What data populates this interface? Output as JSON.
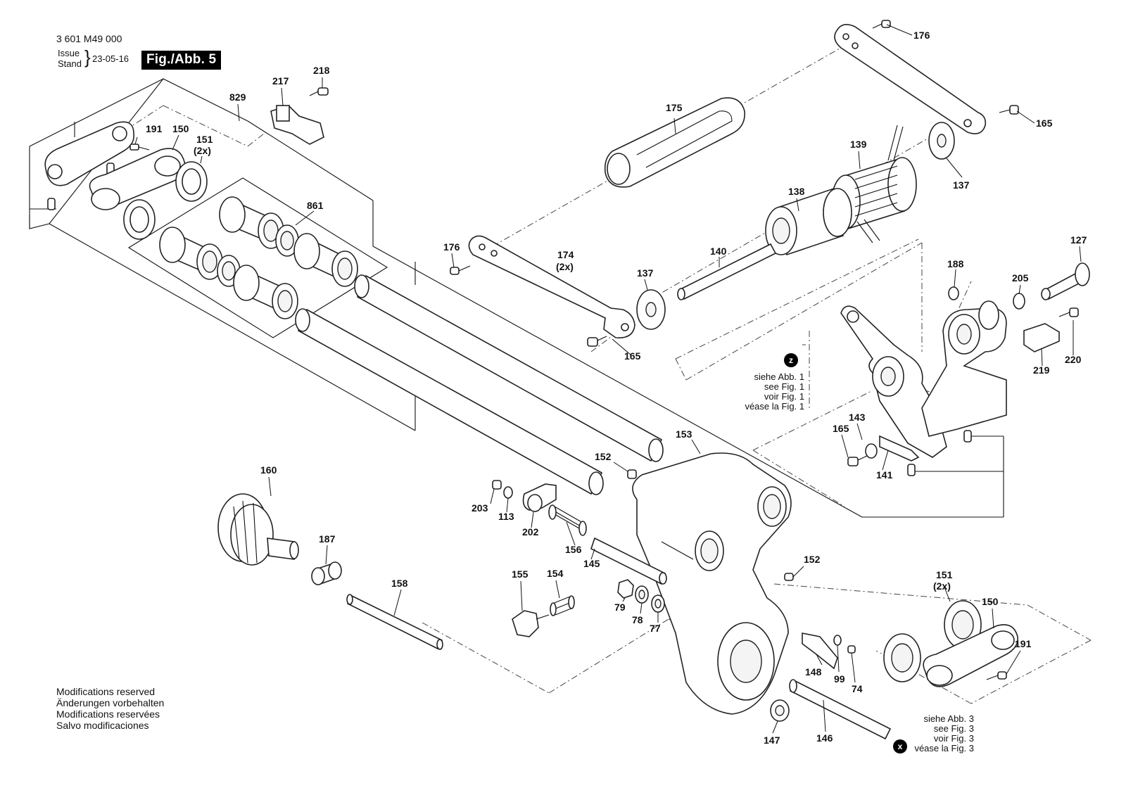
{
  "header": {
    "part_number": "3 601 M49 000",
    "issue_label": "Issue",
    "stand_label": "Stand",
    "date": "23-05-16",
    "figure_badge": "Fig./Abb. 5"
  },
  "footer_note": {
    "en": "Modifications reserved",
    "de": "Änderungen vorbehalten",
    "fr": "Modifications reservées",
    "es": "Salvo modificaciones"
  },
  "references": {
    "z": {
      "marker": "z",
      "de": "siehe Abb. 1",
      "en": "see Fig. 1",
      "fr": "voir Fig. 1",
      "es": "véase la Fig. 1"
    },
    "x": {
      "marker": "x",
      "de": "siehe Abb. 3",
      "en": "see Fig. 3",
      "fr": "voir Fig. 3",
      "es": "véase la Fig. 3"
    }
  },
  "part_labels": {
    "p176a": "176",
    "p165a": "165",
    "p175": "175",
    "p139": "139",
    "p137a": "137",
    "p138": "138",
    "p127": "127",
    "p140": "140",
    "p188": "188",
    "p205": "205",
    "p220": "220",
    "p219": "219",
    "p176b": "176",
    "p174": "174",
    "p174q": "(2x)",
    "p137b": "137",
    "p165b": "165",
    "p217": "217",
    "p218": "218",
    "p829": "829",
    "p191a": "191",
    "p150a": "150",
    "p151a": "151",
    "p151aq": "(2x)",
    "p861": "861",
    "p143": "143",
    "p165c": "165",
    "p141": "141",
    "p153": "153",
    "p152a": "152",
    "p160": "160",
    "p203": "203",
    "p113": "113",
    "p202": "202",
    "p156": "156",
    "p145": "145",
    "p187": "187",
    "p158": "158",
    "p155": "155",
    "p154": "154",
    "p79": "79",
    "p78": "78",
    "p77": "77",
    "p152b": "152",
    "p151b": "151",
    "p151bq": "(2x)",
    "p150b": "150",
    "p191b": "191",
    "p148": "148",
    "p99": "99",
    "p74": "74",
    "p147": "147",
    "p146": "146"
  }
}
